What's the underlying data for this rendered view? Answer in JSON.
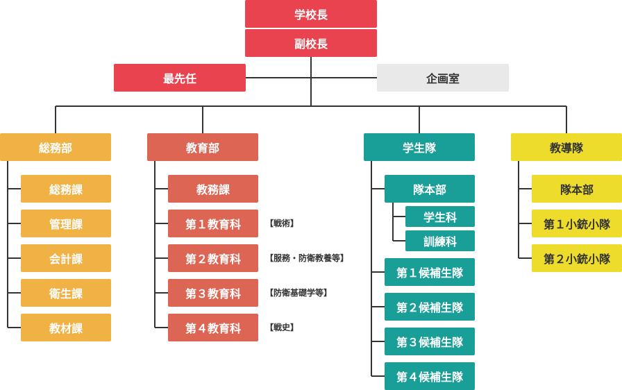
{
  "top": {
    "principal": "学校長",
    "vice_principal": "副校長",
    "senior": "最先任",
    "planning": "企画室"
  },
  "departments": {
    "general_affairs": {
      "label": "総務部",
      "items": [
        "総務課",
        "管理課",
        "会計課",
        "衛生課",
        "教材課"
      ]
    },
    "education": {
      "label": "教育部",
      "items": [
        {
          "label": "教務課",
          "note": ""
        },
        {
          "label": "第１教育科",
          "note": "【戦術】"
        },
        {
          "label": "第２教育科",
          "note": "【服務・防衛教養等】"
        },
        {
          "label": "第３教育科",
          "note": "【防衛基礎学等】"
        },
        {
          "label": "第４教育科",
          "note": "【戦史】"
        }
      ]
    },
    "cadet_corps": {
      "label": "学生隊",
      "hq": "隊本部",
      "hq_sub": [
        "学生科",
        "訓練科"
      ],
      "units": [
        "第１候補生隊",
        "第２候補生隊",
        "第３候補生隊",
        "第４候補生隊"
      ]
    },
    "instruction_corps": {
      "label": "教導隊",
      "items": [
        "隊本部",
        "第１小銃小隊",
        "第２小銃小隊"
      ]
    }
  },
  "colors": {
    "top": "#e8434e",
    "planning": "#e9e9e9",
    "general_affairs": "#f0b244",
    "education": "#dc6553",
    "cadet_corps": "#1a9f98",
    "instruction_corps": "#eddc2b",
    "connector": "#333333"
  }
}
